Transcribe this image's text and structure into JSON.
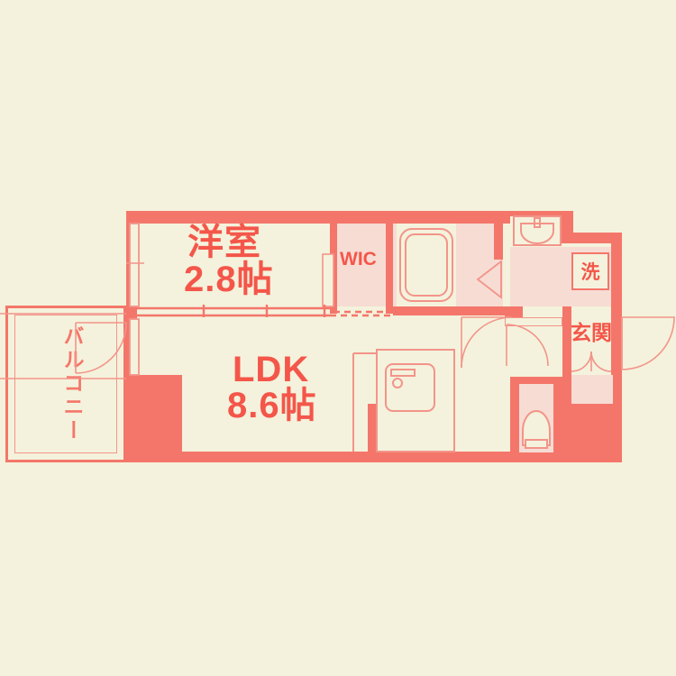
{
  "plan": {
    "type": "japanese-apartment-floor-plan",
    "background_color": "#f4f2dc",
    "wall_color": "#f4766a",
    "room_fill_color": "#f7dcd4",
    "text_color": "#f4564a",
    "rooms": [
      {
        "id": "western-room",
        "name": "洋室",
        "area": "2.8帖",
        "label_line1": "洋室",
        "label_line2": "2.8帖"
      },
      {
        "id": "ldk",
        "name": "LDK",
        "area": "8.6帖",
        "label_line1": "LDK",
        "label_line2": "8.6帖"
      },
      {
        "id": "wic",
        "name": "WIC",
        "label_line1": "WIC"
      },
      {
        "id": "laundry",
        "name": "洗",
        "label_line1": "洗"
      },
      {
        "id": "entrance",
        "name": "玄関",
        "label_line1": "玄関"
      },
      {
        "id": "balcony",
        "name": "バルコニー",
        "label_line1": "バルコニー"
      }
    ],
    "fixtures": [
      {
        "id": "bathtub",
        "name": "bathtub-icon"
      },
      {
        "id": "washbasin",
        "name": "washbasin-icon"
      },
      {
        "id": "toilet",
        "name": "toilet-icon"
      },
      {
        "id": "kitchen-sink",
        "name": "kitchen-sink-icon"
      },
      {
        "id": "entrance-door",
        "name": "entrance-door-swing"
      },
      {
        "id": "balcony-door",
        "name": "balcony-door-swing"
      },
      {
        "id": "bath-door",
        "name": "bath-folding-door"
      },
      {
        "id": "room-sliding-door",
        "name": "sliding-door"
      },
      {
        "id": "window-left",
        "name": "window"
      }
    ]
  }
}
